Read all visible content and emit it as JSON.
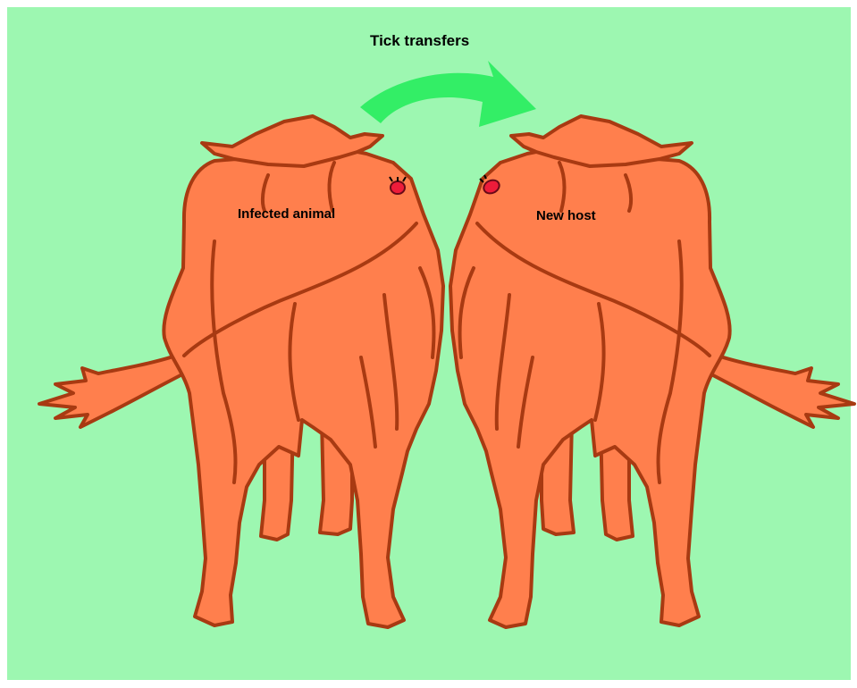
{
  "diagram": {
    "title": "Tick transfers",
    "left_animal_label": "Infected animal",
    "right_animal_label": "New host"
  },
  "colors": {
    "background": "#9df7b1",
    "cow_fill": "#ff7f4d",
    "cow_outline": "#a83a12",
    "arrow": "#33ee66",
    "tick": "#ee1c3a"
  },
  "icons": [
    "cow-rear-view",
    "tick-icon",
    "curved-arrow-icon"
  ]
}
